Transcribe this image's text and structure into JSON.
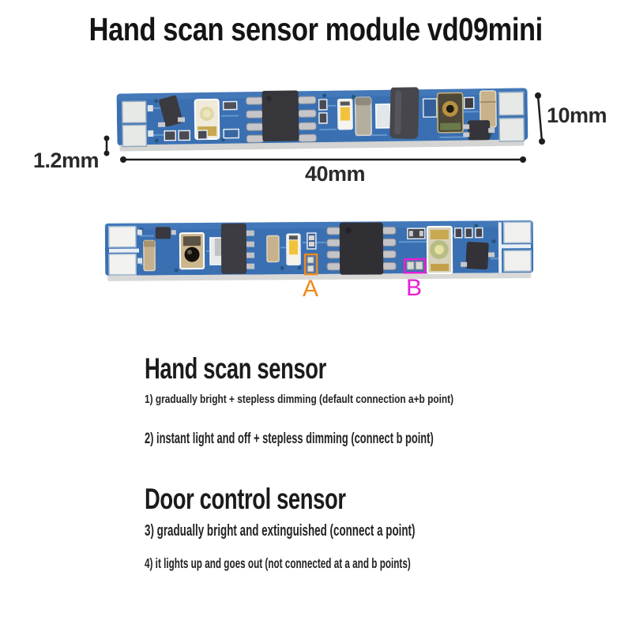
{
  "title": "Hand scan sensor module vd09mini",
  "figure_top": {
    "height_label": "10mm",
    "thickness_label": "1.2mm",
    "width_label": "40mm"
  },
  "figure_bottom": {
    "point_a": "A",
    "point_b": "B"
  },
  "sections": [
    {
      "heading": "Hand scan sensor",
      "items": [
        "1) gradually bright + stepless dimming (default connection a+b point)",
        "2) instant light and off + stepless dimming (connect b point)"
      ]
    },
    {
      "heading": "Door control sensor",
      "items": [
        "3) gradually bright and extinguished (connect a point)",
        "4) it lights up and goes out (not connected at a and b points)"
      ]
    }
  ],
  "colors": {
    "pcb_blue": "#3a70b2",
    "point_a_orange": "#ef8a1e",
    "point_b_magenta": "#e81fd6",
    "dimension_ink": "#1d1d1d"
  }
}
